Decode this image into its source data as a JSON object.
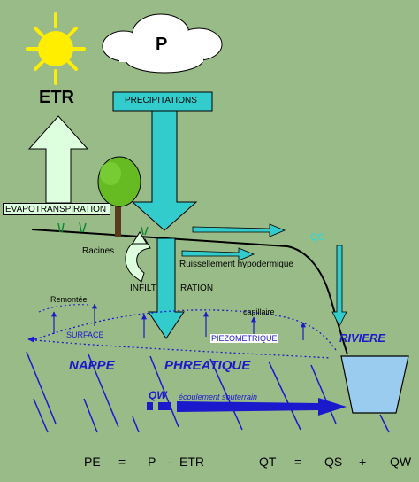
{
  "labels": {
    "etr": "ETR",
    "p": "P",
    "precipitations": "PRECIPITATIONS",
    "evapotranspiration": "EVAPOTRANSPIRATION",
    "qs": "QS",
    "racines": "Racines",
    "ruissellement": "Ruissellement hypodermique",
    "infilt": "INFILT",
    "ration": "RATION",
    "remontee": "Remontée",
    "capillaire": "capillaire",
    "surface": "SURFACE",
    "piezometrique": "PIEZOMETRIQUE",
    "riviere": "RIVIERE",
    "nappe": "NAPPE",
    "phreatique": "PHREATIQUE",
    "qw": "QW",
    "ecoulement": "écoulement souterrain"
  },
  "equation_1": {
    "lhs": "PE",
    "eq": "=",
    "a": "P",
    "op": "-",
    "b": "ETR"
  },
  "equation_2": {
    "lhs": "QT",
    "eq": "=",
    "a": "QS",
    "op": "+",
    "b": "QW"
  },
  "colors": {
    "background": "#99bb88",
    "sun": "#ffee00",
    "arrow_cyan": "#33cccc",
    "evapo_arrow": "#ddffdd",
    "tree": "#66bb22",
    "water_blue": "#1a1acc",
    "river": "#99ccee"
  }
}
